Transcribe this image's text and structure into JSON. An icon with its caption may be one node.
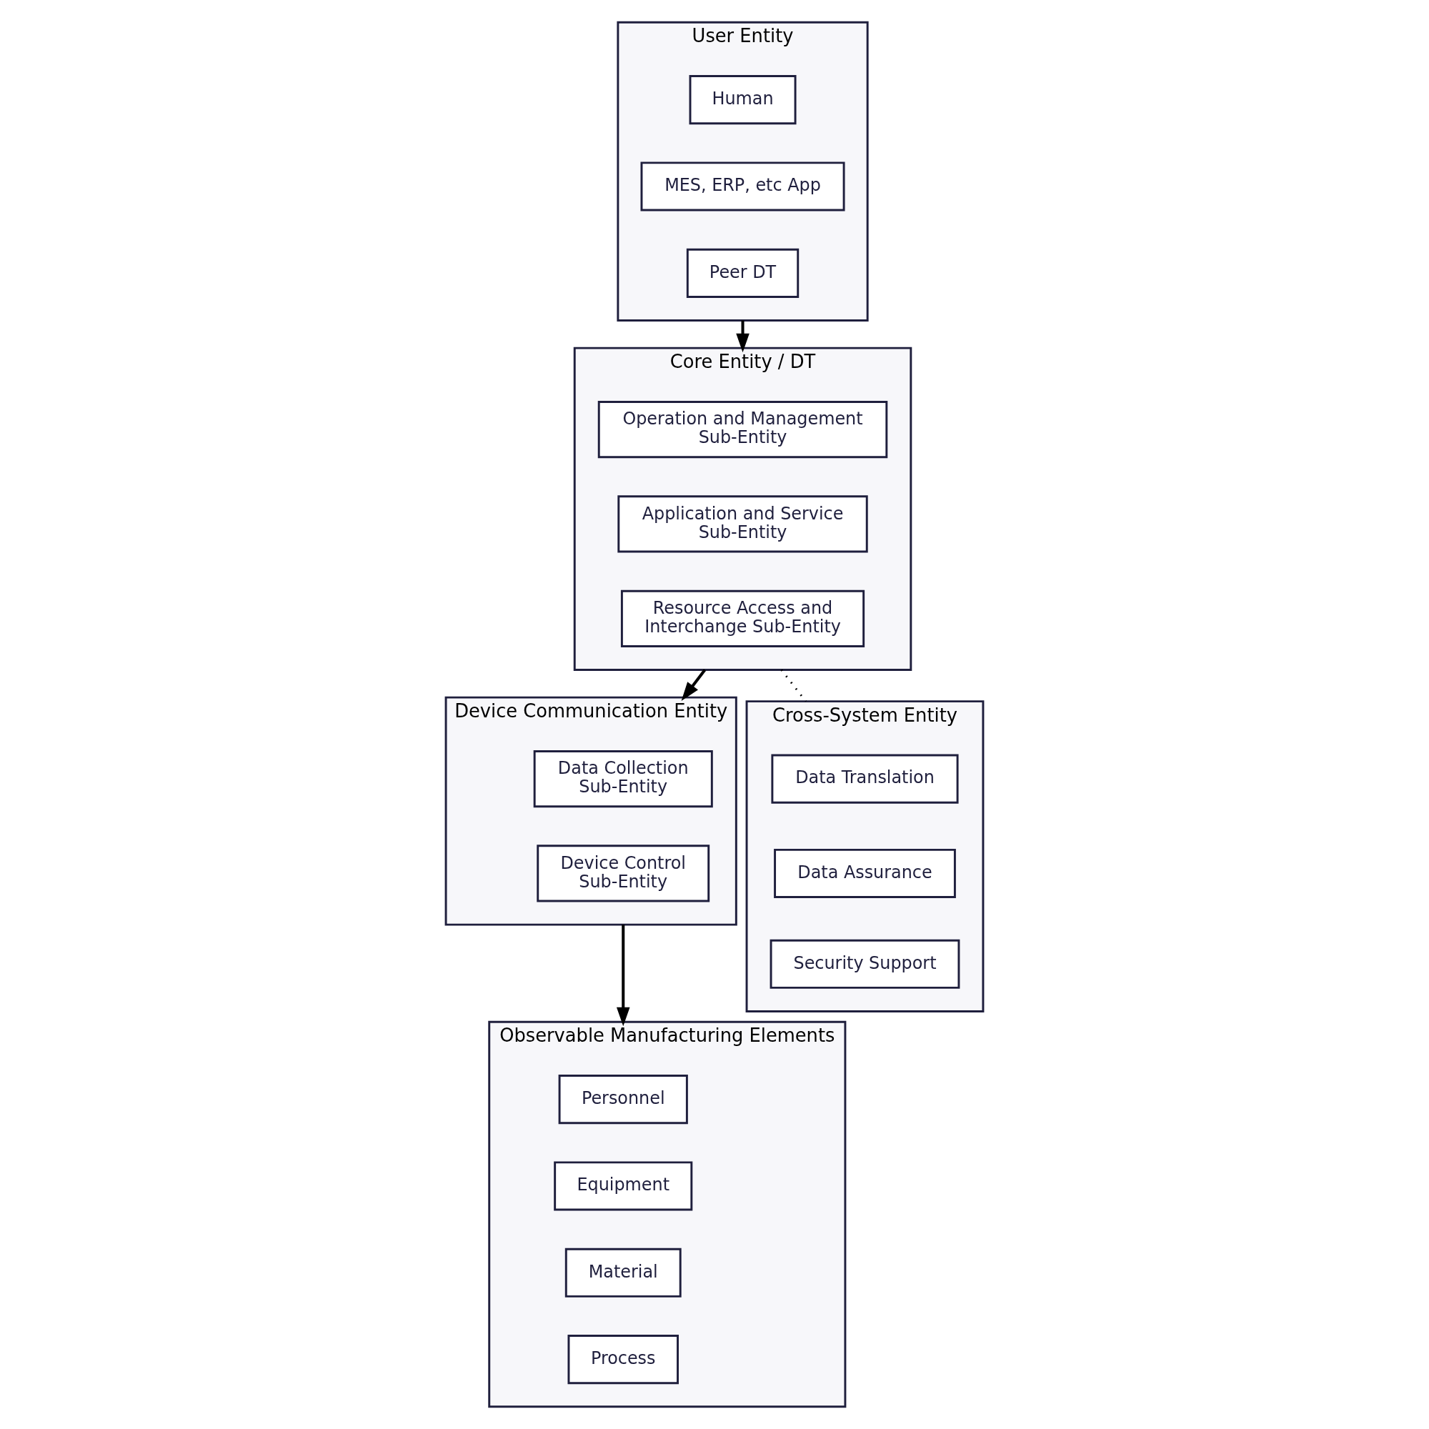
{
  "diagram": {
    "nodes": [
      {
        "text": [
          "User Entity"
        ]
      },
      {
        "text": [
          "Human"
        ],
        "in": 0
      },
      {
        "text": [
          "MES, ERP, etc App"
        ],
        "in": 0
      },
      {
        "text": [
          "Peer DT"
        ],
        "in": 0
      },
      {
        "text": [
          "Core Entity / DT"
        ]
      },
      {
        "text": [
          "Operation and Management Sub-Entity"
        ],
        "in": 4
      },
      {
        "text": [
          "Application and Service Sub-Entity"
        ],
        "in": 4
      },
      {
        "text": [
          "Resource Access and Interchange Sub-Entity"
        ],
        "in": 4
      },
      {
        "text": [
          "Device Communication Entity"
        ]
      },
      {
        "text": [
          "Data Collection Sub-Entity"
        ],
        "in": 8
      },
      {
        "text": [
          "Device Control Sub-Entity"
        ],
        "in": 8
      },
      {
        "text": [
          "Cross-System Entity"
        ]
      },
      {
        "text": [
          "Data Translation"
        ],
        "in": 11
      },
      {
        "text": [
          "Data Assurance"
        ],
        "in": 11
      },
      {
        "text": [
          "Security Support"
        ],
        "in": 11
      },
      {
        "text": [
          "Observable Manufacturing Elements"
        ]
      },
      {
        "text": [
          "Personnel"
        ],
        "in": 15
      },
      {
        "text": [
          "Equipment"
        ],
        "in": 15
      },
      {
        "text": [
          "Material"
        ],
        "in": 15
      },
      {
        "text": [
          "Process"
        ],
        "in": 15
      }
    ],
    "edges": [
      {
        "from": 0,
        "to": 4,
        "arrow": "to"
      },
      {
        "from": 4,
        "to": 8,
        "arrow": "to"
      },
      {
        "from": 4,
        "to": 11,
        "arrow": "none",
        "style": "dashed"
      },
      {
        "from": 8,
        "to": 15,
        "arrow": "to"
      }
    ]
  }
}
